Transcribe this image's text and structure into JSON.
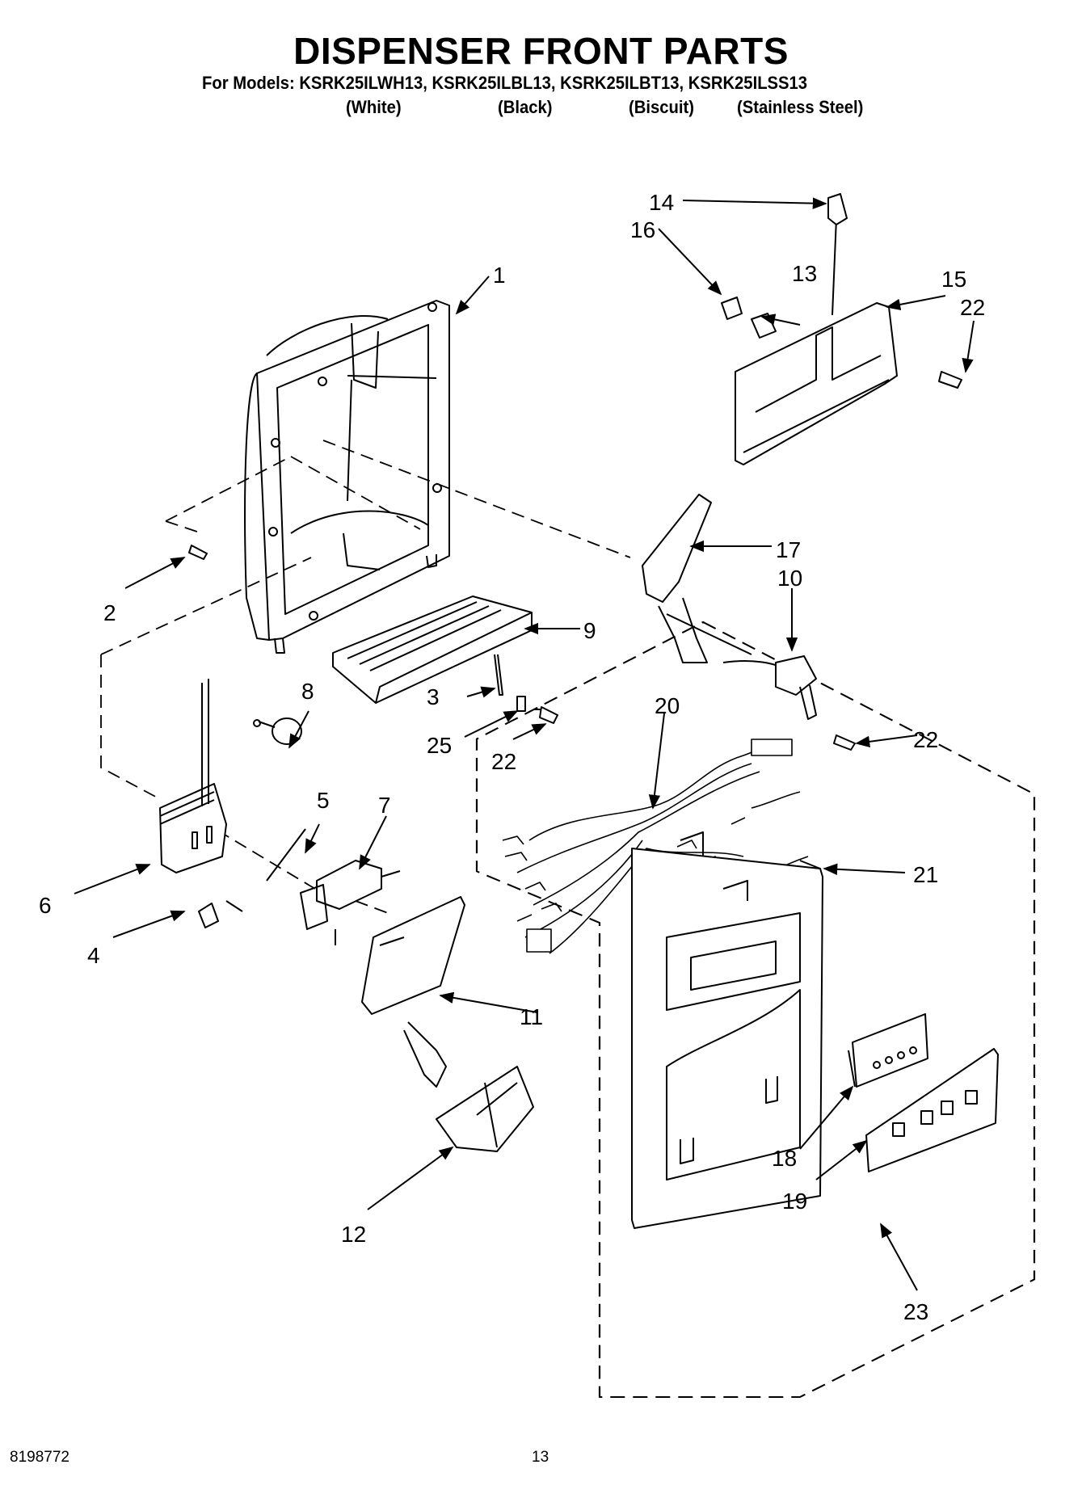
{
  "header": {
    "title": "DISPENSER FRONT PARTS",
    "models_line": "For Models: KSRK25ILWH13, KSRK25ILBL13, KSRK25ILBT13, KSRK25ILSS13",
    "variants": [
      "(White)",
      "(Black)",
      "(Biscuit)",
      "(Stainless Steel)"
    ]
  },
  "callouts": [
    "1",
    "2",
    "3",
    "4",
    "5",
    "6",
    "7",
    "8",
    "9",
    "10",
    "11",
    "12",
    "13",
    "14",
    "15",
    "16",
    "17",
    "18",
    "19",
    "20",
    "21",
    "22",
    "22",
    "22",
    "23",
    "25"
  ],
  "footer": {
    "doc_number": "8198772",
    "page_number": "13"
  }
}
